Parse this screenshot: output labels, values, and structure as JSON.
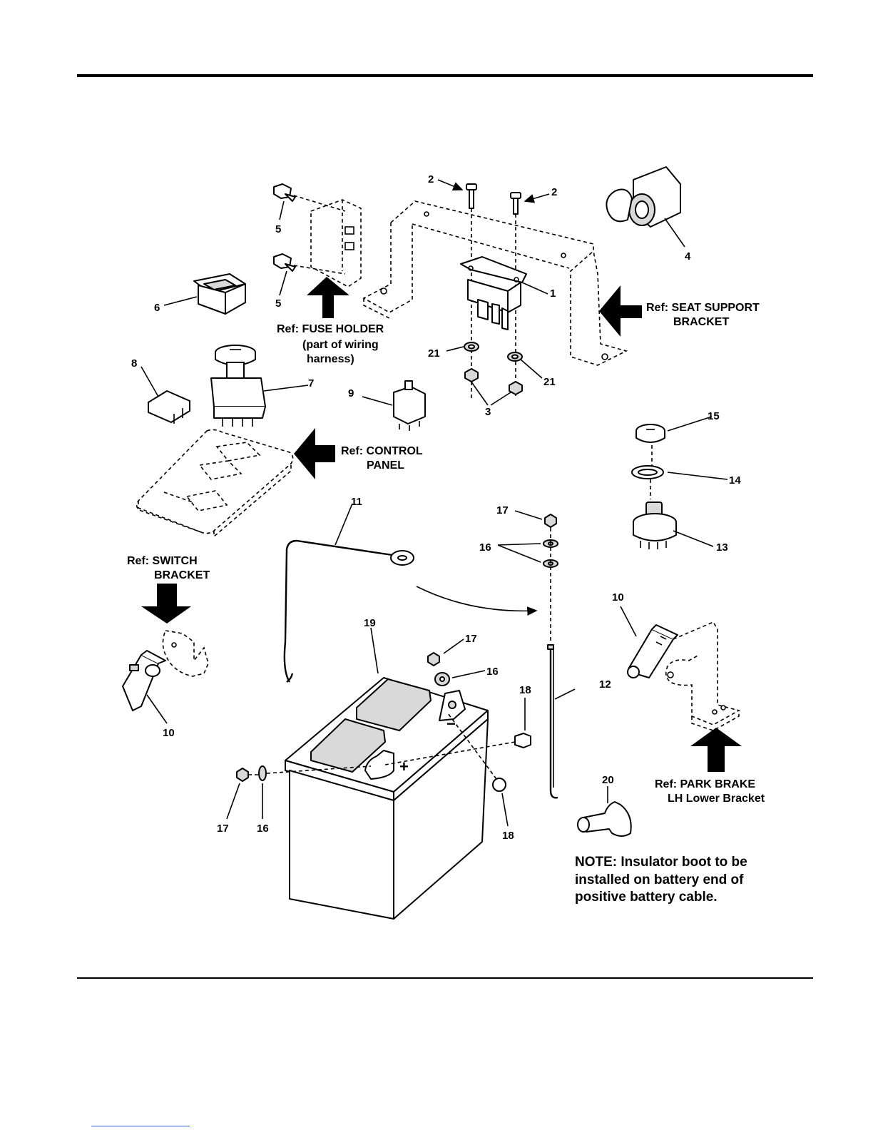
{
  "callouts": {
    "c1": "1",
    "c2a": "2",
    "c2b": "2",
    "c3": "3",
    "c4": "4",
    "c5a": "5",
    "c5b": "5",
    "c6": "6",
    "c7": "7",
    "c8": "8",
    "c9": "9",
    "c10a": "10",
    "c10b": "10",
    "c11": "11",
    "c12": "12",
    "c13": "13",
    "c14": "14",
    "c15": "15",
    "c16a": "16",
    "c16b": "16",
    "c16c": "16",
    "c17a": "17",
    "c17b": "17",
    "c17c": "17",
    "c18a": "18",
    "c18b": "18",
    "c19": "19",
    "c20": "20",
    "c21a": "21",
    "c21b": "21"
  },
  "refs": {
    "fuse_holder": [
      "Ref: FUSE HOLDER",
      "(part of wiring",
      "harness)"
    ],
    "seat_support": [
      "Ref: SEAT SUPPORT",
      "BRACKET"
    ],
    "control_panel": [
      "Ref: CONTROL",
      "PANEL"
    ],
    "switch_bracket": [
      "Ref: SWITCH",
      "BRACKET"
    ],
    "park_brake": [
      "Ref: PARK BRAKE",
      "LH Lower Bracket"
    ]
  },
  "battery_marks": {
    "positive": "+",
    "negative": "−"
  },
  "note": [
    "NOTE: Insulator boot to be",
    "installed on battery end of",
    "positive battery cable."
  ]
}
